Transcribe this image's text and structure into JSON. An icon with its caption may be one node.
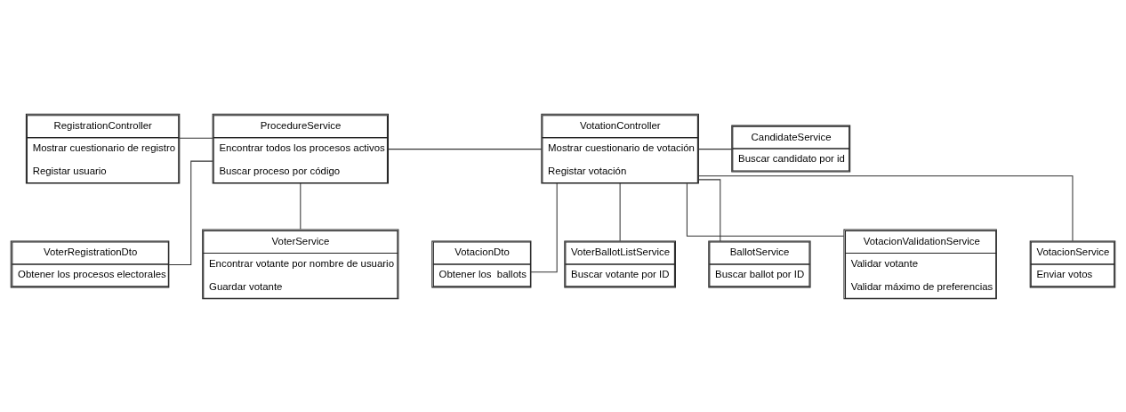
{
  "diagram": {
    "nodes": [
      {
        "text": [
          "RegistrationController",
          "Mostrar cuestionario de registro",
          "Registar usuario"
        ]
      },
      {
        "text": [
          "ProcedureService",
          "Encontrar todos los procesos activos",
          "Buscar proceso por código"
        ]
      },
      {
        "text": [
          "VoterRegistrationDto",
          "Obtener los procesos electorales"
        ]
      },
      {
        "text": [
          "VoterService",
          "Encontrar votante por nombre de usuario",
          "Guardar votante"
        ]
      },
      {
        "text": [
          "VotacionDto",
          "Obtener los  ballots"
        ]
      },
      {
        "text": [
          "VotationController",
          "Mostrar cuestionario de votación",
          "Registar votación"
        ]
      },
      {
        "text": [
          "CandidateService",
          "Buscar candidato por id"
        ]
      },
      {
        "text": [
          "VoterBallotListService",
          "Buscar votante por ID"
        ]
      },
      {
        "text": [
          "BallotService",
          "Buscar ballot por ID"
        ]
      },
      {
        "text": [
          "VotacionValidationService",
          "Validar votante",
          "Validar máximo de preferencias"
        ]
      },
      {
        "text": [
          "VotacionService",
          "Enviar votos"
        ]
      }
    ],
    "edges": [
      {
        "from": 0,
        "to": 1,
        "arrow": "none"
      },
      {
        "from": 1,
        "to": 5,
        "arrow": "none"
      },
      {
        "from": 1,
        "to": 2,
        "arrow": "none"
      },
      {
        "from": 1,
        "to": 3,
        "arrow": "none"
      },
      {
        "from": 5,
        "to": 4,
        "arrow": "none"
      },
      {
        "from": 5,
        "to": 6,
        "arrow": "none"
      },
      {
        "from": 5,
        "to": 7,
        "arrow": "none"
      },
      {
        "from": 5,
        "to": 8,
        "arrow": "none"
      },
      {
        "from": 5,
        "to": 9,
        "arrow": "none"
      },
      {
        "from": 5,
        "to": 10,
        "arrow": "none"
      }
    ]
  }
}
